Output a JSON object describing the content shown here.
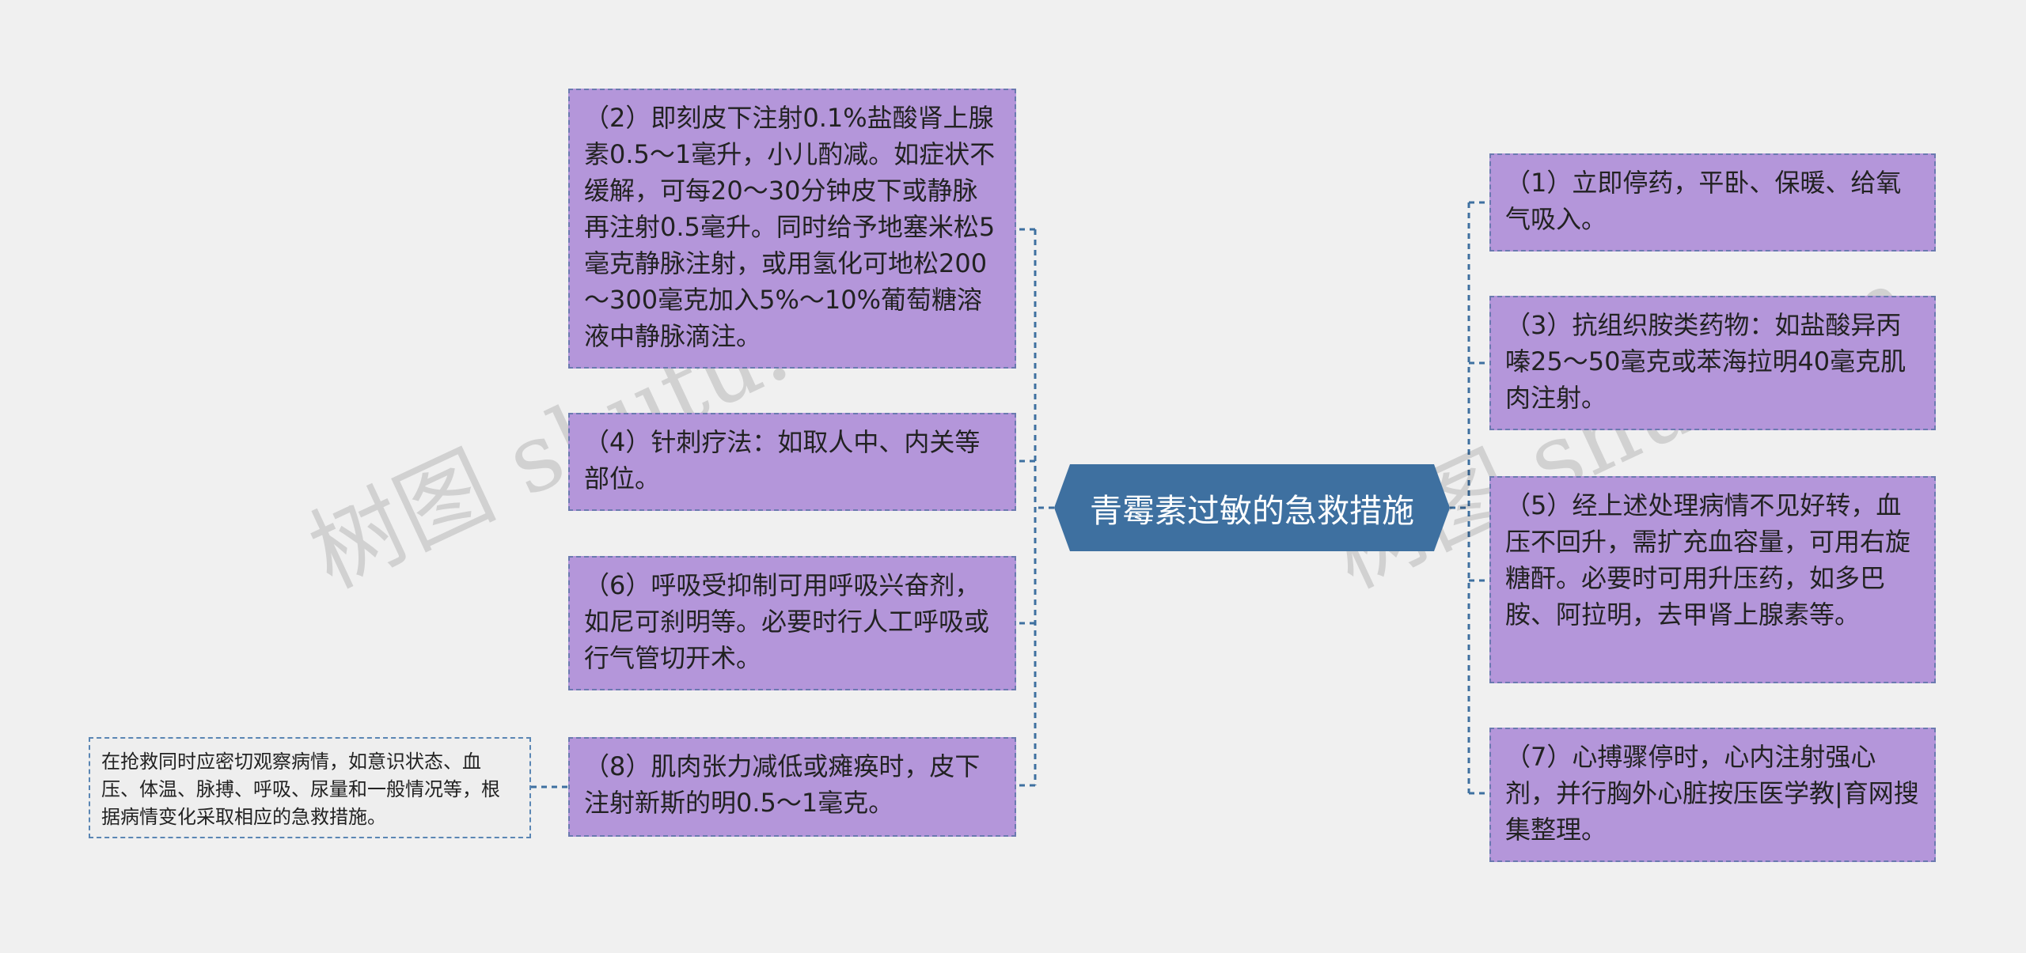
{
  "center": {
    "title": "青霉素过敏的急救措施"
  },
  "watermarks": [
    "树图 shutu.cn",
    "树图 shutu.cn"
  ],
  "left_nodes": [
    "（2）即刻皮下注射0.1%盐酸肾上腺素0.5～1毫升，小儿酌减。如症状不缓解，可每20～30分钟皮下或静脉再注射0.5毫升。同时给予地塞米松5毫克静脉注射，或用氢化可地松200～300毫克加入5%～10%葡萄糖溶液中静脉滴注。",
    "（4）针刺疗法：如取人中、内关等部位。",
    "（6）呼吸受抑制可用呼吸兴奋剂，如尼可刹明等。必要时行人工呼吸或行气管切开术。",
    "（8）肌肉张力减低或瘫痪时，皮下注射新斯的明0.5～1毫克。"
  ],
  "right_nodes": [
    "（1）立即停药，平卧、保暖、给氧气吸入。",
    "（3）抗组织胺类药物：如盐酸异丙嗪25～50毫克或苯海拉明40毫克肌肉注射。",
    "（5）经上述处理病情不见好转，血压不回升，需扩充血容量，可用右旋糖酐。必要时可用升压药，如多巴胺、阿拉明，去甲肾上腺素等。",
    "（7）心搏骤停时，心内注射强心剂，并行胸外心脏按压医学教|育网搜集整理。"
  ],
  "leaf_note": "在抢救同时应密切观察病情，如意识状态、血压、体温、脉搏、呼吸、尿量和一般情况等，根据病情变化采取相应的急救措施。",
  "colors": {
    "background": "#f0f0f0",
    "center_fill": "#3e70a0",
    "node_fill": "#b496da",
    "node_border": "#6b7ab0",
    "connector": "#3e70a0",
    "leaf_fill": "#eeeeee"
  }
}
